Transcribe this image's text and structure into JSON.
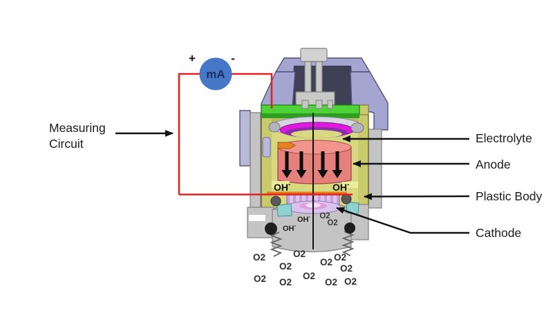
{
  "circuit": {
    "label": [
      "Measuring",
      "Circuit"
    ],
    "meter": "mA",
    "polarity_plus": "+",
    "polarity_minus": "-"
  },
  "part_labels": {
    "electrolyte": "Electrolyte",
    "anode": "Anode",
    "plastic_body": "Plastic Body",
    "cathode": "Cathode"
  },
  "molecules": {
    "oh": "OH",
    "oh_sup": "-",
    "o2": "O2"
  },
  "colors": {
    "wire_red": "#e02222",
    "meter_blue": "#4678c8",
    "housing_lavender": "#a5a5d1",
    "pcb_green": "#4fd13a",
    "seal_magenta": "#de1ade",
    "body_khaki": "#c9c96e",
    "electrolyte_khaki": "#d8d880",
    "anode_salmon": "#e5807c",
    "cathode_lilac": "#c3a0da",
    "retainer_teal": "#8ed2d2"
  }
}
